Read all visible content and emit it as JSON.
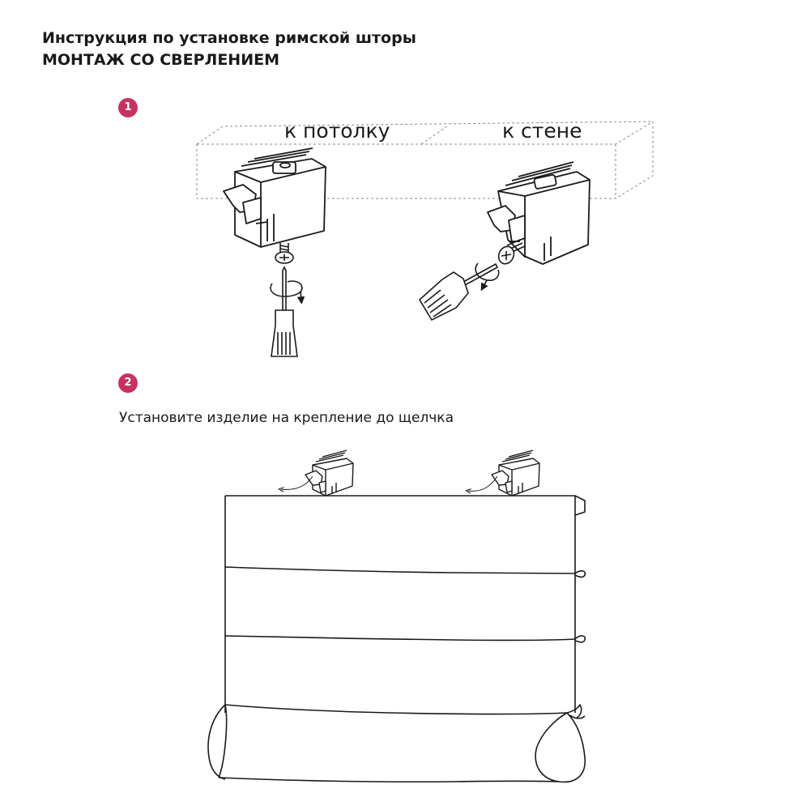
{
  "header": {
    "title_line1": "Инструкция по установке римской шторы",
    "title_line2": "МОНТАЖ СО СВЕРЛЕНИЕМ"
  },
  "colors": {
    "accent": "#c8325f",
    "line": "#1a1a1a",
    "dashed": "#8a8a8a"
  },
  "step1": {
    "number": "1",
    "label_ceiling": "к потолку",
    "label_wall": "к стене",
    "icons": [
      "bracket-icon",
      "screw-icon",
      "screwdriver-icon",
      "rotation-arrow-icon"
    ]
  },
  "step2": {
    "number": "2",
    "caption": "Установите изделие на крепление до щелчка",
    "icons": [
      "bracket-icon",
      "curved-arrow-icon",
      "roman-shade-icon"
    ]
  }
}
